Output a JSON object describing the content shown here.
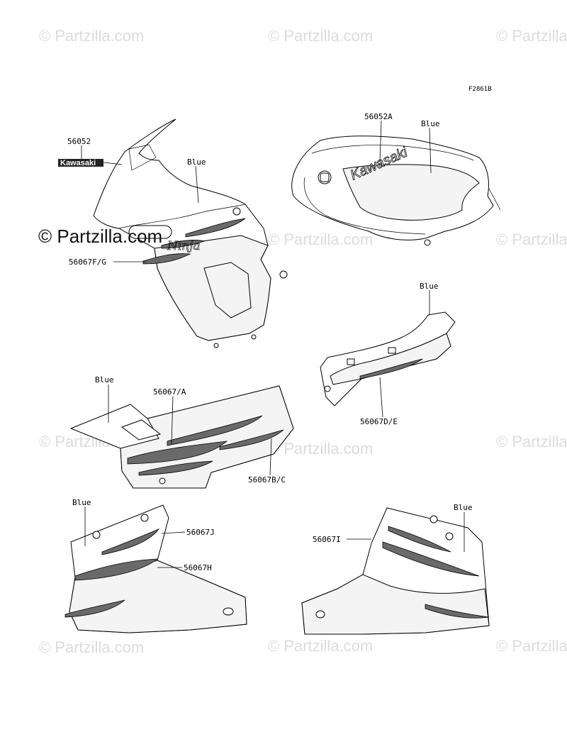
{
  "figure_code": "F2861B",
  "watermark": "© Partzilla.com",
  "logo_decal_text": "Kawasaki",
  "tank_logo_text": "Kawasaki",
  "ninja_script_text": "Ninja",
  "labels": {
    "upper_fairing_decal_number": "56052",
    "upper_fairing_color": "Blue",
    "upper_fairing_side_number": "56067F/G",
    "tank_decal_number": "56052A",
    "tank_color": "Blue",
    "seat_cover_color": "Blue",
    "seat_cover_number": "56067D/E",
    "mid_cowl_color": "Blue",
    "mid_cowl_upper_number": "56067/A",
    "mid_cowl_lower_number": "56067B/C",
    "lower_left_color": "Blue",
    "lower_left_upper_number": "56067J",
    "lower_left_lower_number": "56067H",
    "lower_right_number": "56067I",
    "lower_right_color": "Blue"
  },
  "colors": {
    "line": "#000000",
    "watermark": "#dcdcdc",
    "decal_fill": "#6a6a6a"
  }
}
